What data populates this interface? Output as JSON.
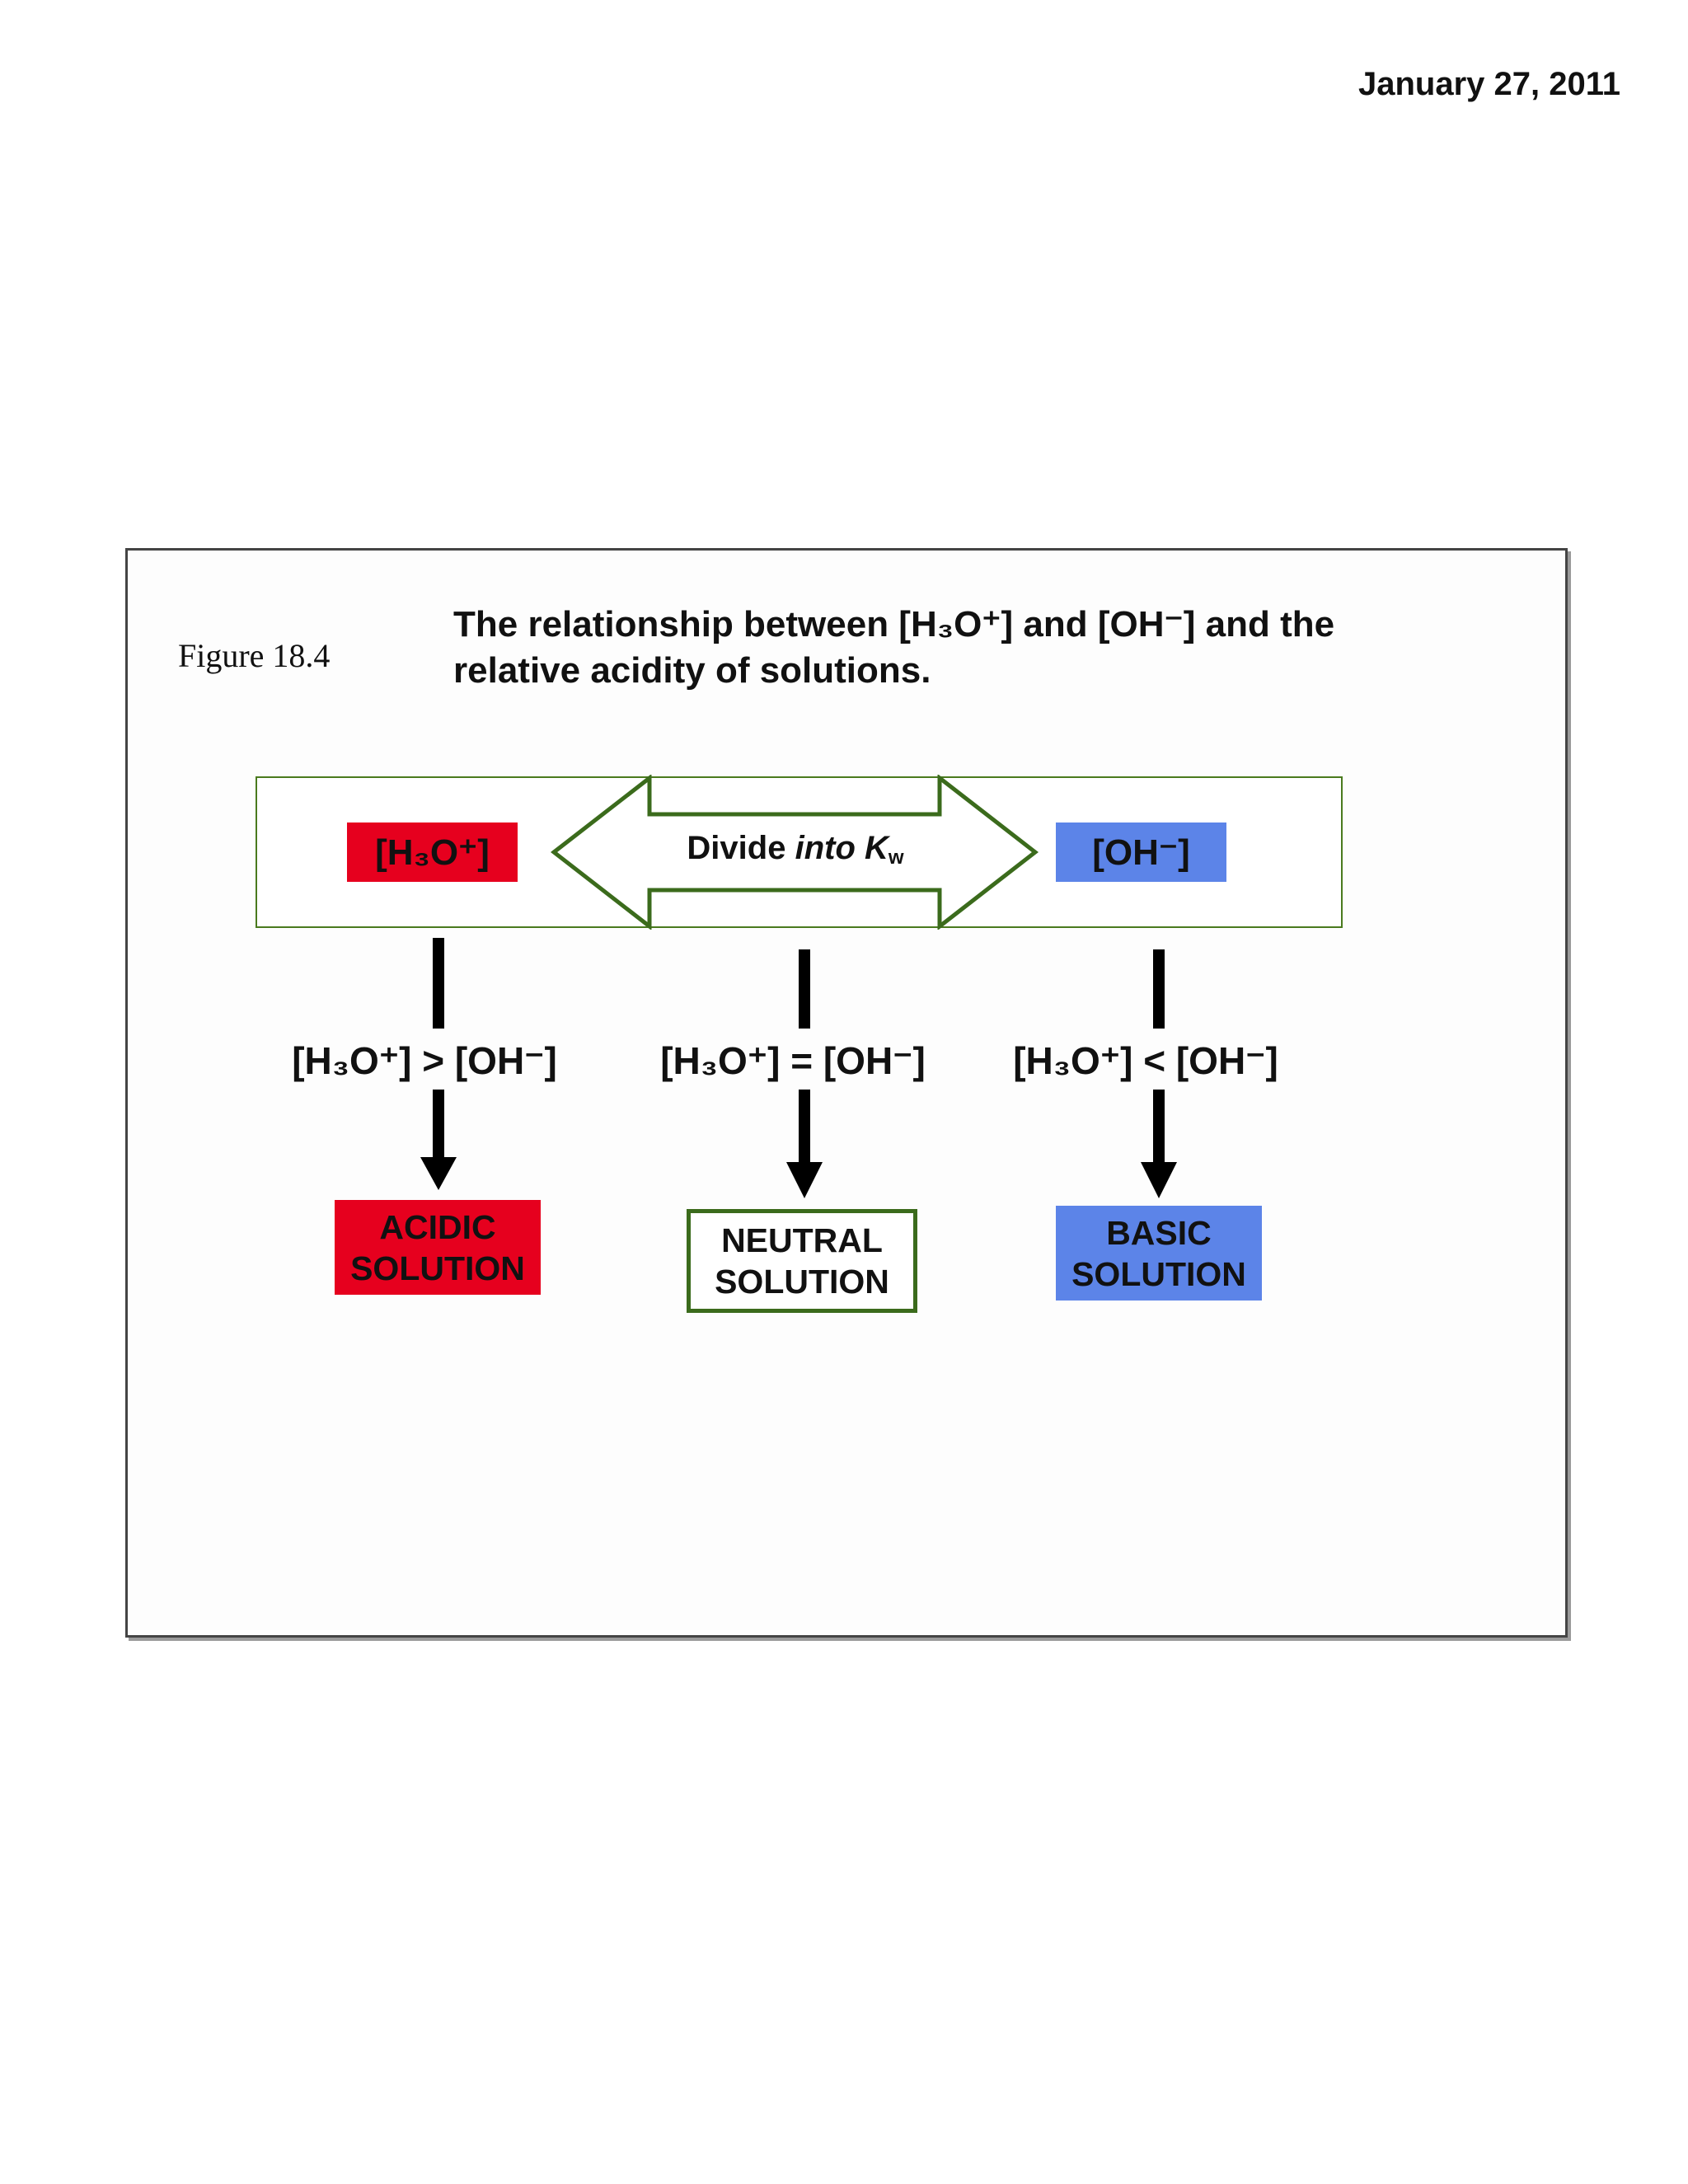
{
  "header": {
    "date": "January 27, 2011"
  },
  "figure": {
    "label": "Figure 18.4",
    "title_line1": "The relationship between [H₃O⁺] and [OH⁻] and the",
    "title_line2": "relative acidity of solutions."
  },
  "top_bar": {
    "left_chip": "[H₃O⁺]",
    "right_chip": "[OH⁻]",
    "arrow_text_prefix": "Divide",
    "arrow_text_italic": "into K",
    "arrow_text_sub": "w"
  },
  "branches": [
    {
      "relation": "[H₃O⁺] > [OH⁻]",
      "result_line1": "ACIDIC",
      "result_line2": "SOLUTION"
    },
    {
      "relation": "[H₃O⁺] = [OH⁻]",
      "result_line1": "NEUTRAL",
      "result_line2": "SOLUTION"
    },
    {
      "relation": "[H₃O⁺] < [OH⁻]",
      "result_line1": "BASIC",
      "result_line2": "SOLUTION"
    }
  ],
  "colors": {
    "acid": "#e6001e",
    "base": "#5c84e8",
    "neutral_border": "#3b6b1c",
    "bar_border": "#4a7a1e"
  }
}
